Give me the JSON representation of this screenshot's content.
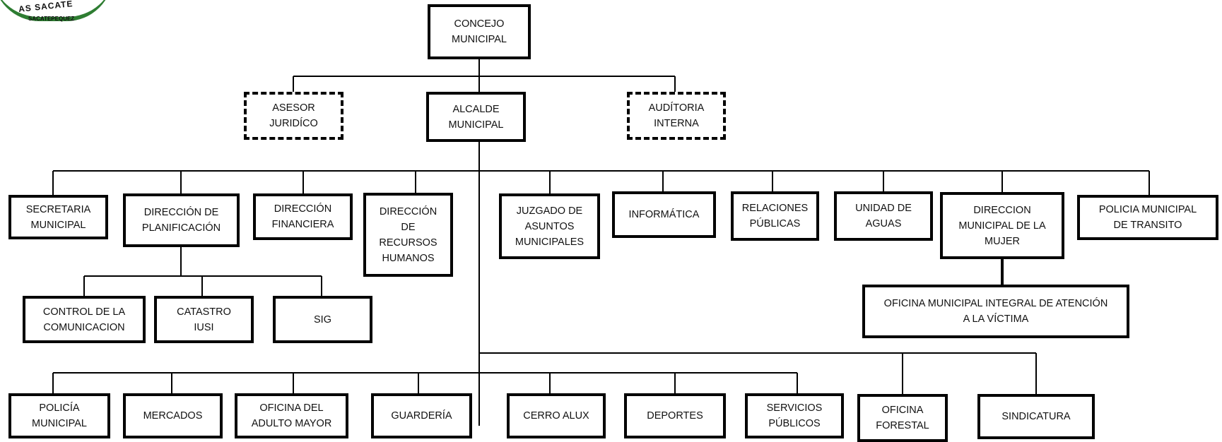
{
  "logo": {
    "arc_text": "AS SACATE",
    "sub_text": "SACATEPEQUEZ",
    "accent_color": "#2e7d32"
  },
  "nodes": {
    "concejo": "CONCEJO\nMUNICIPAL",
    "asesor": "ASESOR\nJURIDÍCO",
    "alcalde": "ALCALDE\nMUNICIPAL",
    "auditoria": "AUDÍTORIA\nINTERNA",
    "secretaria": "SECRETARIA\nMUNICIPAL",
    "planificacion": "DIRECCIÓN DE\nPLANIFICACIÓN",
    "financiera": "DIRECCIÓN\nFINANCIERA",
    "rrhh": "DIRECCIÓN\nDE\nRECURSOS\nHUMANOS",
    "juzgado": "JUZGADO DE\nASUNTOS\nMUNICIPALES",
    "informatica": "INFORMÁTICA",
    "relaciones": "RELACIONES\nPÚBLICAS",
    "aguas": "UNIDAD DE\nAGUAS",
    "mujer": "DIRECCION\nMUNICIPAL DE LA\nMUJER",
    "transito": "POLICIA MUNICIPAL\nDE TRANSITO",
    "control": "CONTROL DE LA\nCOMUNICACION",
    "catastro": "CATASTRO\nIUSI",
    "sig": "SIG",
    "victima": "OFICINA MUNICIPAL INTEGRAL DE ATENCIÓN\nA LA VÍCTIMA",
    "policia": "POLICÍA\nMUNICIPAL",
    "mercados": "MERCADOS",
    "adulto": "OFICINA DEL\nADULTO MAYOR",
    "guarderia": "GUARDERÍA",
    "cerro": "CERRO ALUX",
    "deportes": "DEPORTES",
    "servicios": "SERVICIOS\nPÚBLICOS",
    "forestal": "OFICINA\nFORESTAL",
    "sindicatura": "SINDICATURA"
  }
}
